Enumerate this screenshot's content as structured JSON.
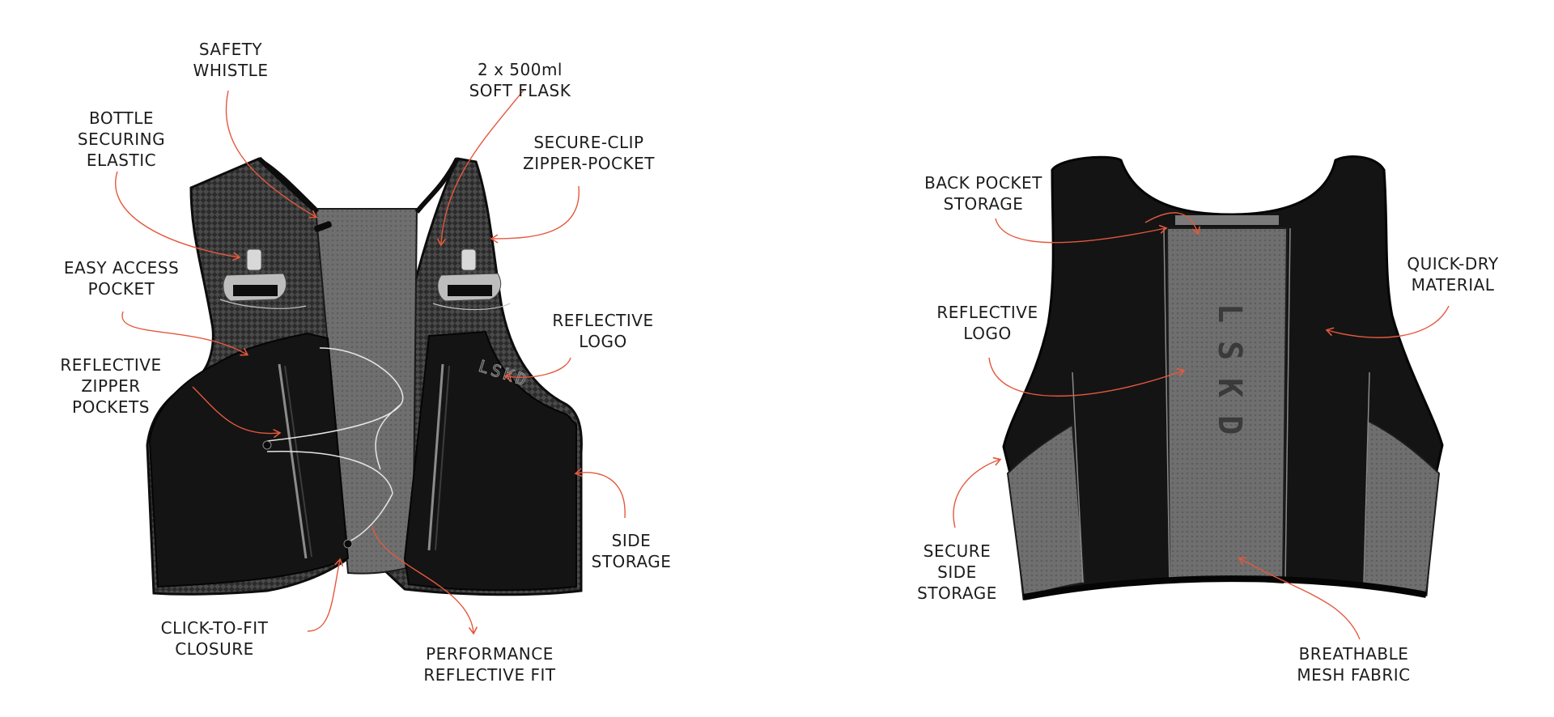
{
  "front_labels": {
    "safety_whistle": [
      "SAFETY",
      "WHISTLE"
    ],
    "soft_flask": [
      "2 x 500ml",
      "SOFT FLASK"
    ],
    "bottle_elastic": [
      "BOTTLE",
      "SECURING",
      "ELASTIC"
    ],
    "secure_clip_pocket": [
      "SECURE-CLIP",
      "ZIPPER-POCKET"
    ],
    "easy_access_pocket": [
      "EASY ACCESS",
      "POCKET"
    ],
    "reflective_logo_front": [
      "REFLECTIVE",
      "LOGO"
    ],
    "reflective_zipper_pockets": [
      "REFLECTIVE",
      "ZIPPER",
      "POCKETS"
    ],
    "side_storage": [
      "SIDE",
      "STORAGE"
    ],
    "click_to_fit": [
      "CLICK-TO-FIT",
      "CLOSURE"
    ],
    "performance_fit": [
      "PERFORMANCE",
      "REFLECTIVE FIT"
    ]
  },
  "back_labels": {
    "back_pocket": [
      "BACK POCKET",
      "STORAGE"
    ],
    "quick_dry": [
      "QUICK-DRY",
      "MATERIAL"
    ],
    "reflective_logo_back": [
      "REFLECTIVE",
      "LOGO"
    ],
    "secure_side_storage": [
      "SECURE",
      "SIDE",
      "STORAGE"
    ],
    "breathable_mesh": [
      "BREATHABLE",
      "MESH FABRIC"
    ]
  },
  "logo_text": "LSKD",
  "colors": {
    "vest_black": "#141414",
    "mesh_gray": "#6e6e6e",
    "mesh_dark": "#2a2a2a",
    "arrow": "#e4583e",
    "text": "#1c1c1c"
  }
}
